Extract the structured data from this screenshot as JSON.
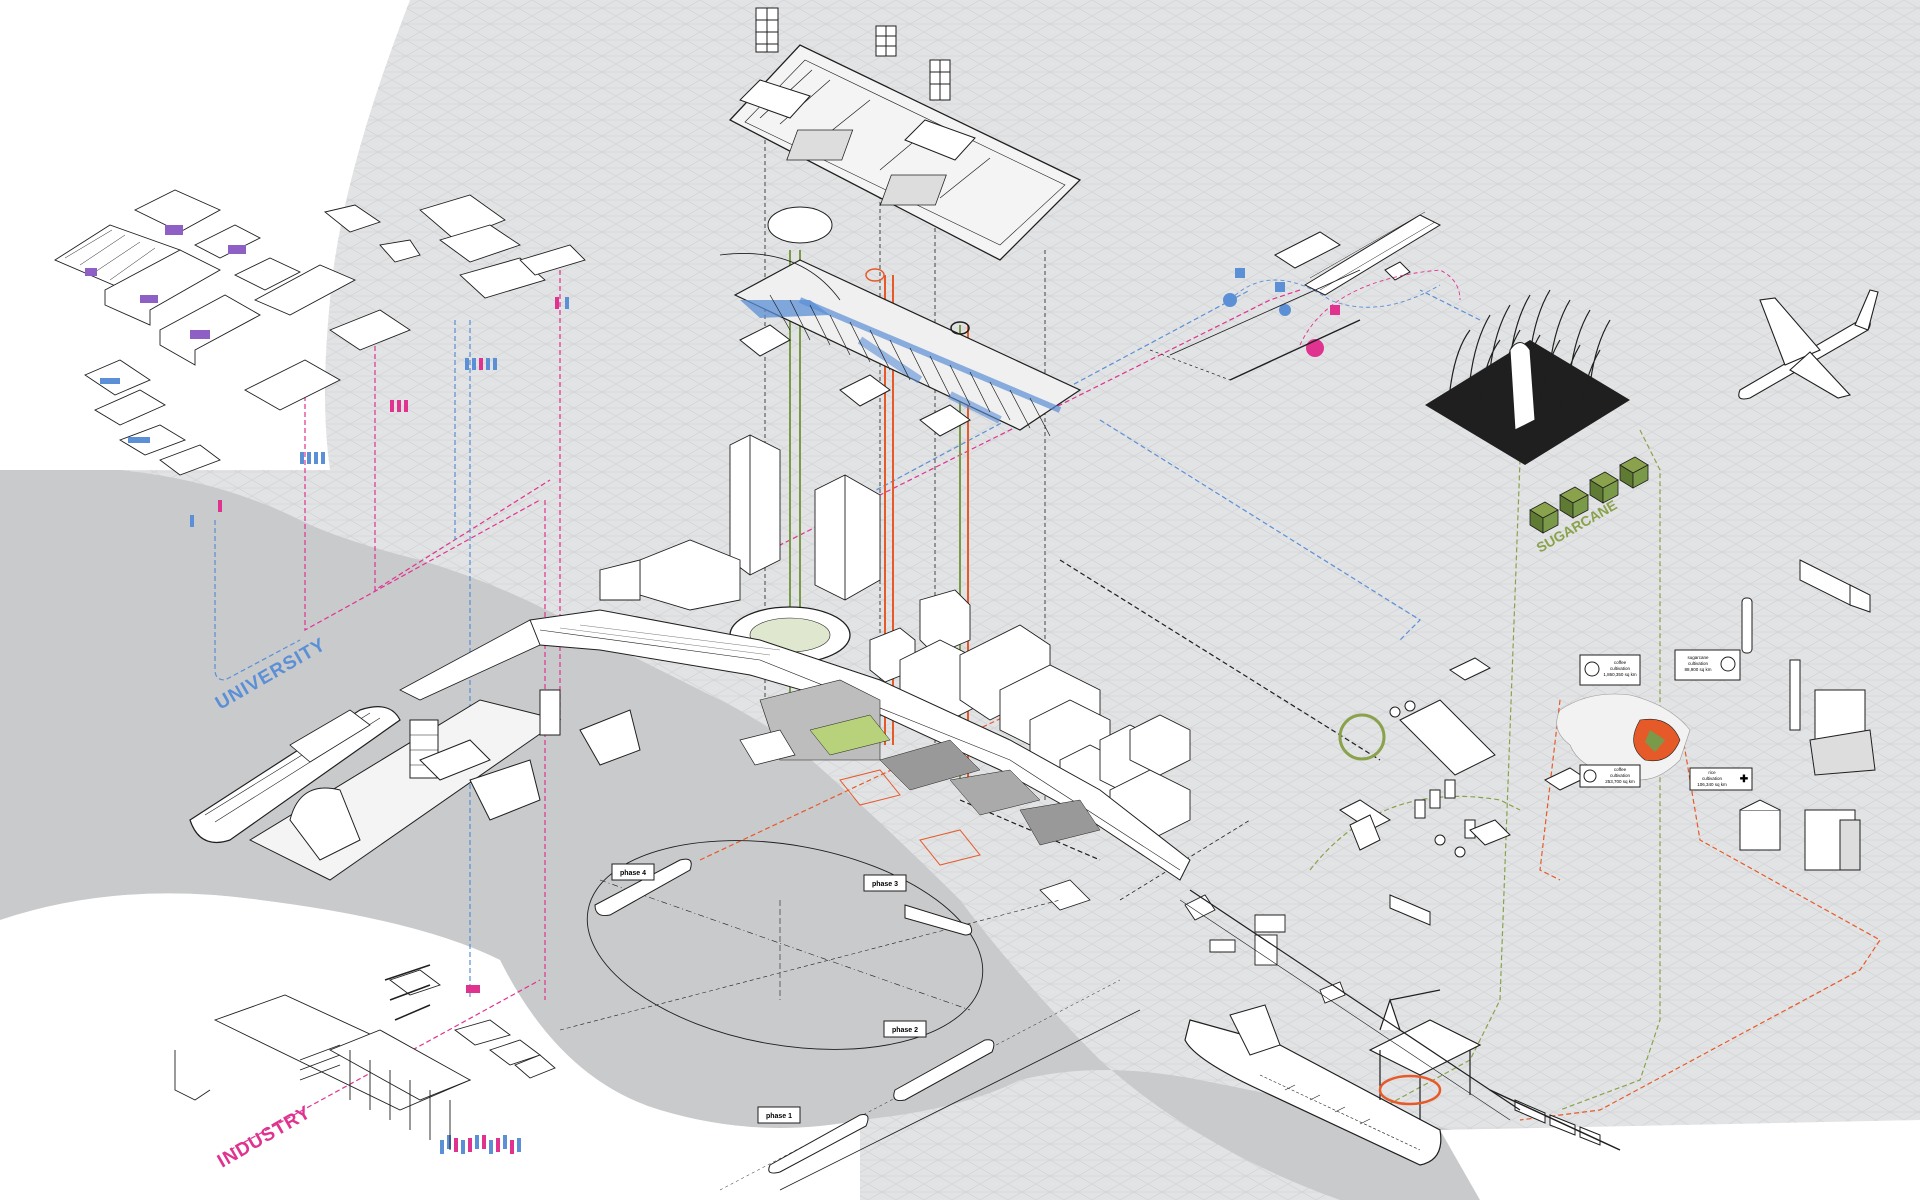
{
  "colors": {
    "grid_bg": "#e2e3e4",
    "water": "#c9cacc",
    "line": "#1f1f1f",
    "blue": "#5b8fd6",
    "pink": "#e0338f",
    "orange": "#e65a2a",
    "green": "#7a9a4a",
    "olive": "#8aa24c",
    "purple": "#8e5fc4"
  },
  "zones": {
    "university": "UNIVERSITY",
    "industry": "INDUSTRY",
    "sugarcane": "SUGARCANE"
  },
  "phases": [
    "phase 4",
    "phase 3",
    "phase 2",
    "phase 1"
  ],
  "cultivation": {
    "coffee": {
      "title": "coffee",
      "line1": "cultivation",
      "value": "1,860,350 sq km"
    },
    "sugarcane": {
      "title": "sugarcane",
      "line1": "cultivation",
      "value": "88,900 sq km"
    },
    "corn": {
      "title": "coffee",
      "line1": "cultivation",
      "value": "253,700 sq km"
    },
    "rice": {
      "title": "rice",
      "line1": "cultivation",
      "value": "106,340 sq km"
    }
  },
  "icons": [
    "coffee-cup-icon",
    "energy-icon",
    "clock-icon",
    "plus-icon",
    "airplane-icon",
    "train-icon",
    "truck-icon",
    "cruise-ship-icon",
    "cargo-ship-icon",
    "crane-icon",
    "factory-icon"
  ]
}
